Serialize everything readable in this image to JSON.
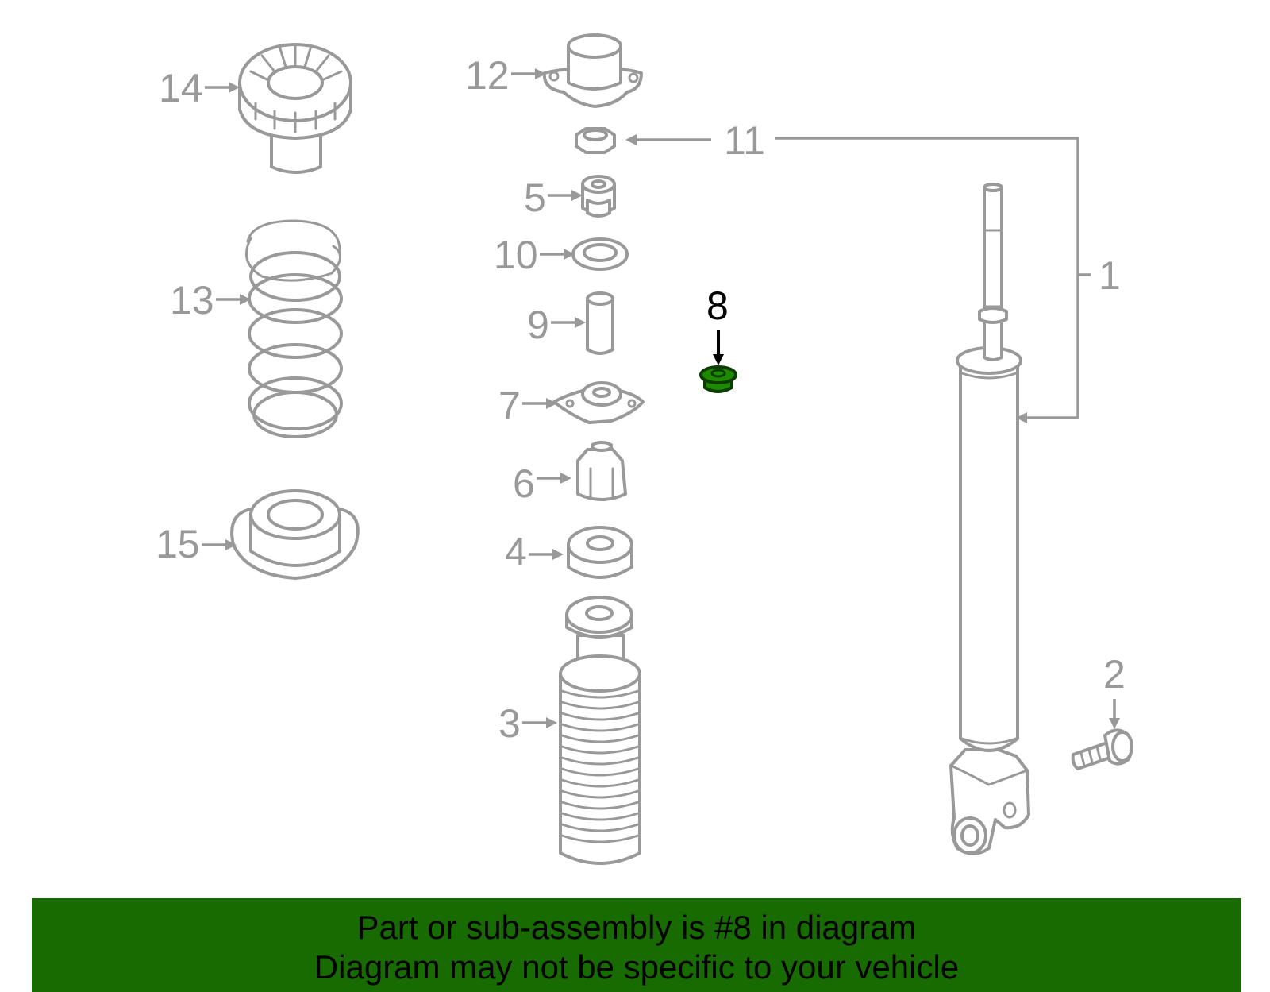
{
  "diagram": {
    "callouts": {
      "c1": "1",
      "c2": "2",
      "c3": "3",
      "c4": "4",
      "c5": "5",
      "c6": "6",
      "c7": "7",
      "c8": "8",
      "c9": "9",
      "c10": "10",
      "c11": "11",
      "c12": "12",
      "c13": "13",
      "c14": "14",
      "c15": "15"
    },
    "highlighted_part": "8",
    "colors": {
      "line_gray": "#999999",
      "highlight_green": "#1e8a00",
      "banner_green": "#176b00"
    }
  },
  "banner": {
    "line1": "Part or sub-assembly is #8 in diagram",
    "line2": "Diagram may not be specific to your vehicle"
  }
}
